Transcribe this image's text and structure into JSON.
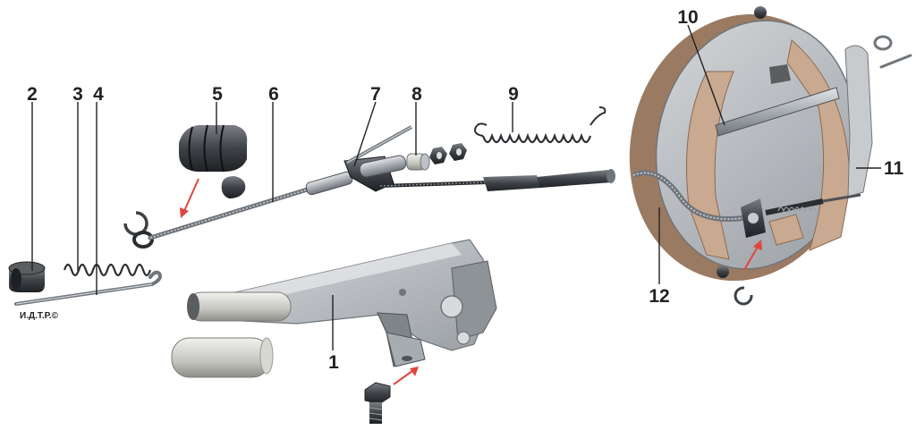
{
  "diagram": {
    "parts": [
      {
        "number": "1",
        "depicts": "handbrake-lever"
      },
      {
        "number": "2",
        "depicts": "sleeve"
      },
      {
        "number": "3",
        "depicts": "spring"
      },
      {
        "number": "4",
        "depicts": "rod"
      },
      {
        "number": "5",
        "depicts": "boot"
      },
      {
        "number": "6",
        "depicts": "front-cable"
      },
      {
        "number": "7",
        "depicts": "equalizer"
      },
      {
        "number": "8",
        "depicts": "nuts"
      },
      {
        "number": "9",
        "depicts": "return-spring"
      },
      {
        "number": "10",
        "depicts": "spacer-bar"
      },
      {
        "number": "11",
        "depicts": "shoe-lever"
      },
      {
        "number": "12",
        "depicts": "rear-cable"
      }
    ],
    "watermark": "И.Д.Т.Р.©",
    "colors": {
      "metal": "#a7acb1",
      "metal_dark": "#6f757b",
      "drum": "#9b7a62",
      "backing_plate": "#b8bcbf",
      "lining": "#c9a98f",
      "arrow": "#e0463c",
      "line": "#222222"
    }
  }
}
